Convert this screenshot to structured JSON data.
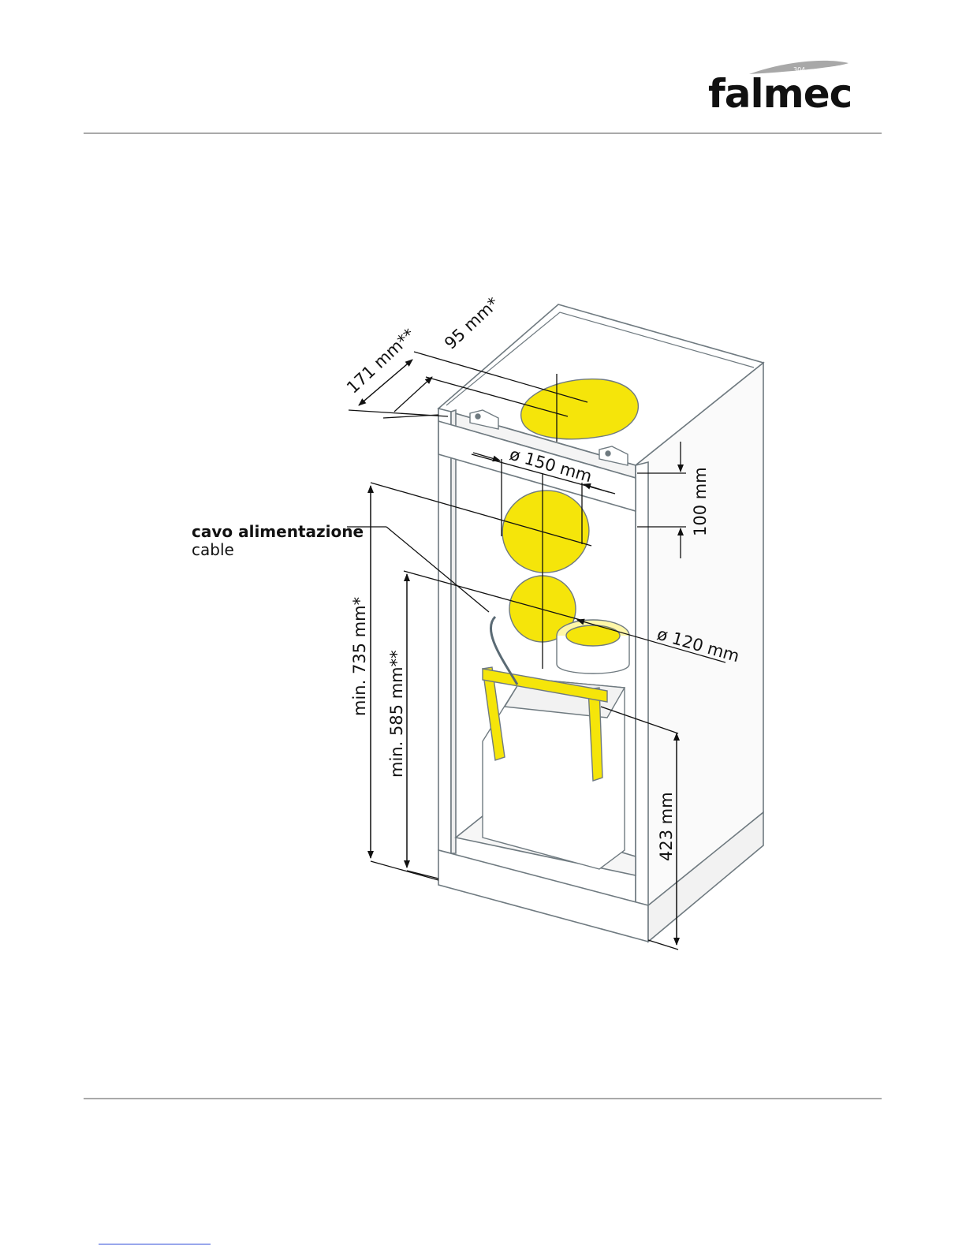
{
  "brand": {
    "name": "falmec",
    "badge": "304"
  },
  "labels": {
    "cable_it": "cavo alimentazione",
    "cable_en": "cable"
  },
  "dimensions": {
    "d171": "171 mm**",
    "d95": "95 mm*",
    "d150": "ø 150 mm",
    "d100": "100 mm",
    "d120": "ø 120 mm",
    "d735": "min. 735 mm*",
    "d585": "min. 585 mm**",
    "d423": "423 mm"
  },
  "colors": {
    "highlight": "#f5e50a",
    "line": "#111111",
    "cabinet_stroke": "#6f7a80"
  }
}
